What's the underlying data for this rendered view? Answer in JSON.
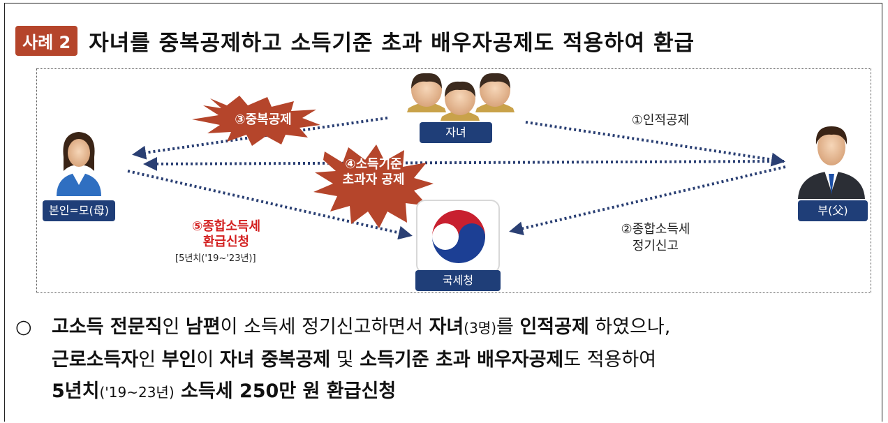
{
  "header": {
    "badge": "사례 2",
    "title": "자녀를 중복공제하고 소득기준 초과 배우자공제도 적용하여 환급"
  },
  "diagram": {
    "children_label": "자녀",
    "self_label": "본인=모(母)",
    "father_label": "부(父)",
    "nts_label": "국세청",
    "burst_duplicate": "③중복공제",
    "burst_income_1": "④소득기준",
    "burst_income_2": "초과자 공제",
    "personal_deduction": "①인적공제",
    "filing_1": "②종합소득세",
    "filing_2": "정기신고",
    "refund_1": "⑤종합소득세",
    "refund_2": "환급신청",
    "refund_period": "[5년치('19~'23년)]",
    "colors": {
      "navy": "#1f3e78",
      "burst": "#b5452b",
      "arrow": "#2a3f73",
      "red": "#d32020"
    }
  },
  "description": {
    "bullet": "○",
    "l1": [
      {
        "t": "고소득 전문직",
        "s": "b"
      },
      {
        "t": "인 ",
        "s": ""
      },
      {
        "t": "남편",
        "s": "b"
      },
      {
        "t": "이 소득세 정기신고하면서 ",
        "s": ""
      },
      {
        "t": "자녀",
        "s": "b"
      },
      {
        "t": "(3명)",
        "s": "sm"
      },
      {
        "t": "를 ",
        "s": ""
      },
      {
        "t": "인적공제",
        "s": "b"
      },
      {
        "t": " 하였으나,",
        "s": ""
      }
    ],
    "l2": [
      {
        "t": "근로소득자",
        "s": "b"
      },
      {
        "t": "인 ",
        "s": ""
      },
      {
        "t": "부인",
        "s": "b"
      },
      {
        "t": "이 ",
        "s": ""
      },
      {
        "t": "자녀 중복공제",
        "s": "b"
      },
      {
        "t": " 및 ",
        "s": ""
      },
      {
        "t": "소득기준 초과 배우자공제",
        "s": "b"
      },
      {
        "t": "도 적용하여",
        "s": ""
      }
    ],
    "l3": [
      {
        "t": "5년치",
        "s": "b"
      },
      {
        "t": "('19~23년)",
        "s": "sm"
      },
      {
        "t": " 소득세 250만 원 환급신청",
        "s": "b"
      }
    ]
  }
}
